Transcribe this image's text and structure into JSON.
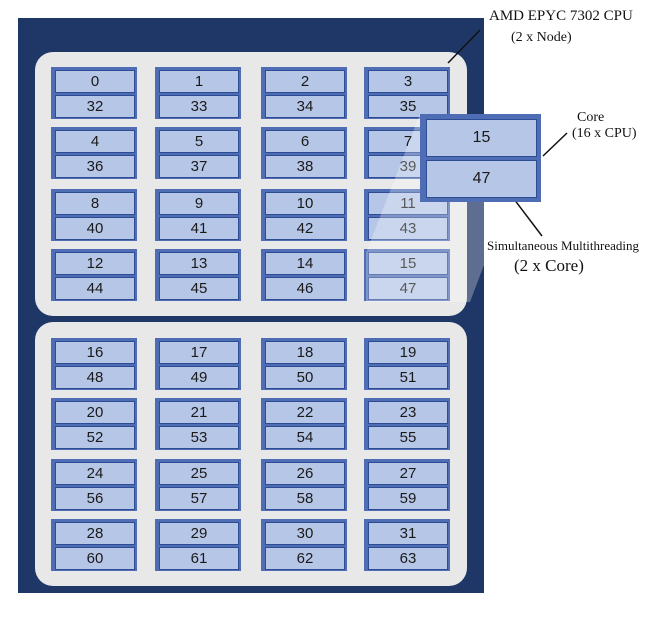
{
  "labels": {
    "cpu_title": "AMD EPYC 7302 CPU",
    "cpu_sub": "(2 x Node)",
    "core_title": "Core",
    "core_sub": "(16 x CPU)",
    "smt_title": "Simultaneous Multithreading",
    "smt_sub": "(2 x Core)"
  },
  "zoom": {
    "thread_a": "15",
    "thread_b": "47"
  },
  "nodes": [
    {
      "cores": [
        {
          "a": "0",
          "b": "32"
        },
        {
          "a": "1",
          "b": "33"
        },
        {
          "a": "2",
          "b": "34"
        },
        {
          "a": "3",
          "b": "35"
        },
        {
          "a": "4",
          "b": "36"
        },
        {
          "a": "5",
          "b": "37"
        },
        {
          "a": "6",
          "b": "38"
        },
        {
          "a": "7",
          "b": "39"
        },
        {
          "a": "8",
          "b": "40"
        },
        {
          "a": "9",
          "b": "41"
        },
        {
          "a": "10",
          "b": "42"
        },
        {
          "a": "11",
          "b": "43"
        },
        {
          "a": "12",
          "b": "44"
        },
        {
          "a": "13",
          "b": "45"
        },
        {
          "a": "14",
          "b": "46"
        },
        {
          "a": "15",
          "b": "47"
        }
      ]
    },
    {
      "cores": [
        {
          "a": "16",
          "b": "48"
        },
        {
          "a": "17",
          "b": "49"
        },
        {
          "a": "18",
          "b": "50"
        },
        {
          "a": "19",
          "b": "51"
        },
        {
          "a": "20",
          "b": "52"
        },
        {
          "a": "21",
          "b": "53"
        },
        {
          "a": "22",
          "b": "54"
        },
        {
          "a": "23",
          "b": "55"
        },
        {
          "a": "24",
          "b": "56"
        },
        {
          "a": "25",
          "b": "57"
        },
        {
          "a": "26",
          "b": "58"
        },
        {
          "a": "27",
          "b": "59"
        },
        {
          "a": "28",
          "b": "60"
        },
        {
          "a": "29",
          "b": "61"
        },
        {
          "a": "30",
          "b": "62"
        },
        {
          "a": "31",
          "b": "63"
        }
      ]
    }
  ]
}
